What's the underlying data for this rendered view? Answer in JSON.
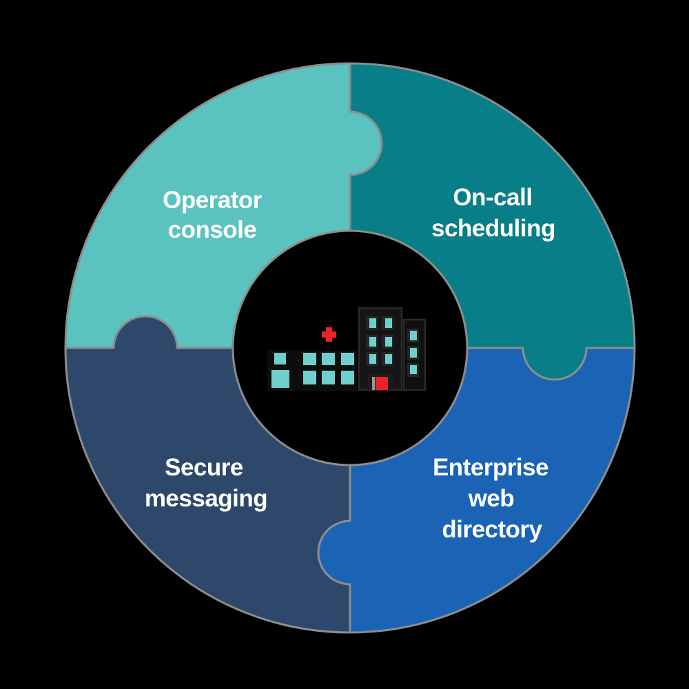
{
  "diagram": {
    "type": "puzzle-ring-infographic",
    "description": "Four interlocking puzzle-piece ring segments around a central hospital icon",
    "center_icon": "hospital-building-icon"
  },
  "theme": {
    "bg": "#000000",
    "outline": "#8d8d8d",
    "text": "#ffffff",
    "piece-operator": "#5ac2bf",
    "piece-oncall": "#087f88",
    "piece-enterprise": "#1b64b5",
    "piece-secure": "#2e486b",
    "building": "#0d0d0d",
    "building-main": "#151515",
    "building-annex": "#101010",
    "building-outline": "#2a2a2a",
    "window-frame": "#262626",
    "window": "#6fcfcd",
    "red": "#e9222c",
    "door-frame": "#1c1c1c",
    "jamb": "#9a9a9a"
  },
  "pieces": [
    {
      "id": "operator-console",
      "label": "Operator console",
      "lines": [
        "Operator",
        "console"
      ],
      "color": "#5ac2bf",
      "position": "top-left"
    },
    {
      "id": "on-call-scheduling",
      "label": "On-call scheduling",
      "lines": [
        "On-call",
        "scheduling"
      ],
      "color": "#087f88",
      "position": "top-right"
    },
    {
      "id": "enterprise-web-directory",
      "label": "Enterprise web directory",
      "lines": [
        "Enterprise",
        "web",
        "directory"
      ],
      "color": "#1b64b5",
      "position": "bottom-right"
    },
    {
      "id": "secure-messaging",
      "label": "Secure messaging",
      "lines": [
        "Secure",
        "messaging"
      ],
      "color": "#2e486b",
      "position": "bottom-left"
    }
  ]
}
